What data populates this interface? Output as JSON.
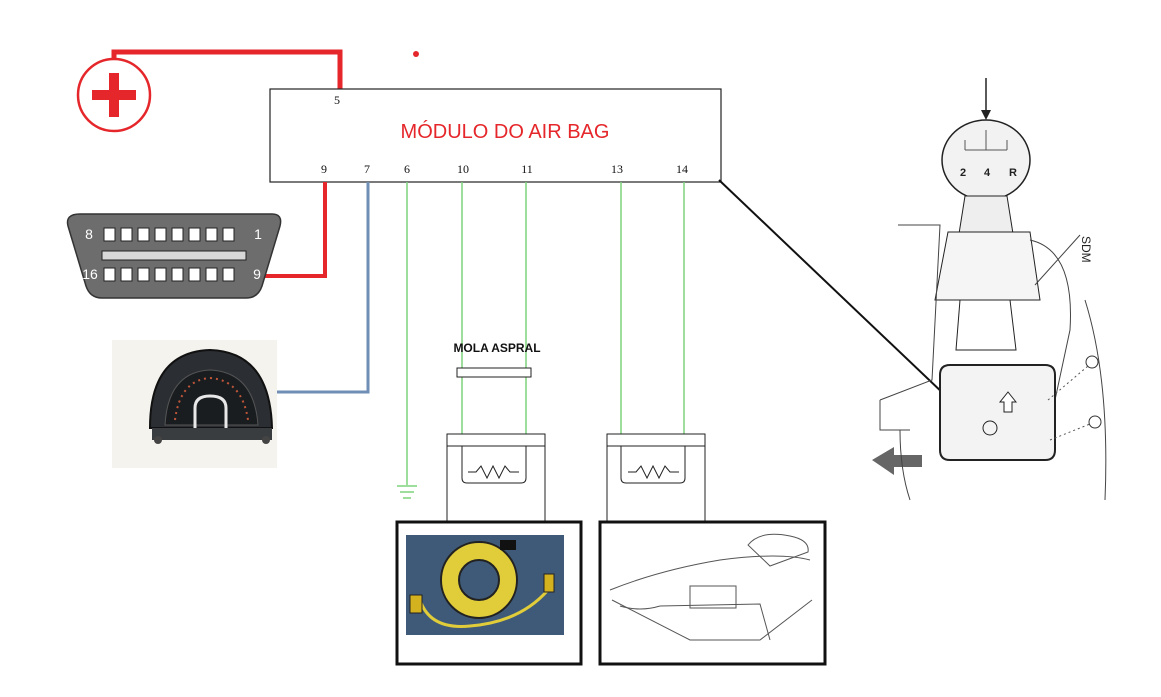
{
  "module": {
    "title": "MÓDULO DO AIR BAG",
    "top_pin": "5",
    "pins": [
      "9",
      "7",
      "6",
      "10",
      "11",
      "13",
      "14"
    ]
  },
  "obd_connector": {
    "pin_top_left": "8",
    "pin_top_right": "1",
    "pin_bottom_left": "16",
    "pin_bottom_right": "9"
  },
  "spiral_spring": {
    "label": "MOLA ASPRAL"
  },
  "gear_shifter": {
    "gears": [
      "2",
      "4",
      "R"
    ],
    "sdm_label": "SDM"
  },
  "colors": {
    "power_wire": "#e5262a",
    "instrument_wire": "#6f8fb6",
    "signal_wire": "#7ed37b",
    "link_line": "#111111"
  },
  "icons": [
    "plus-icon",
    "obd-connector-icon",
    "instrument-cluster-icon",
    "ground-icon",
    "resistor-icon",
    "clockspring-photo-icon",
    "dashboard-drawing-icon",
    "gear-shifter-drawing-icon"
  ]
}
